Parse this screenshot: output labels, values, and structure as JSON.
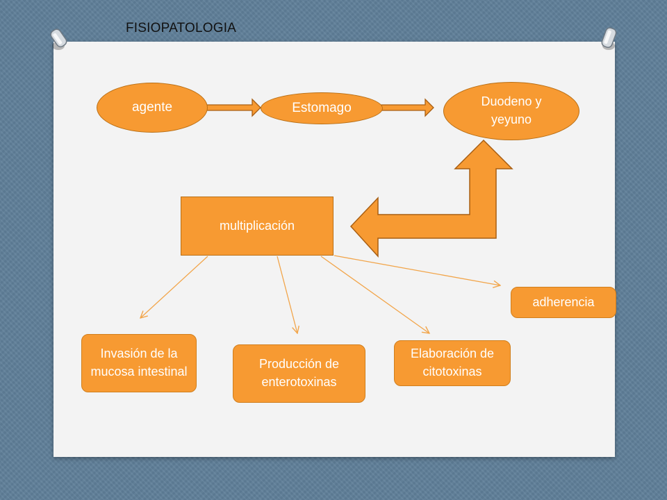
{
  "title": "FISIOPATOLOGIA",
  "nodes": {
    "agente": "agente",
    "estomago": "Estomago",
    "duodeno": "Duodeno y yeyuno",
    "multiplicacion": "multiplicación",
    "adherencia": "adherencia",
    "invasion": "Invasión de la mucosa intestinal",
    "produccion": "Producción de enterotoxinas",
    "elaboracion": "Elaboración de citotoxinas"
  },
  "colors": {
    "node_fill": "#f79a32",
    "node_border": "#b86e14",
    "arrow": "#f2a54a",
    "background": "#5f7f99",
    "paper": "#f3f3f3"
  }
}
